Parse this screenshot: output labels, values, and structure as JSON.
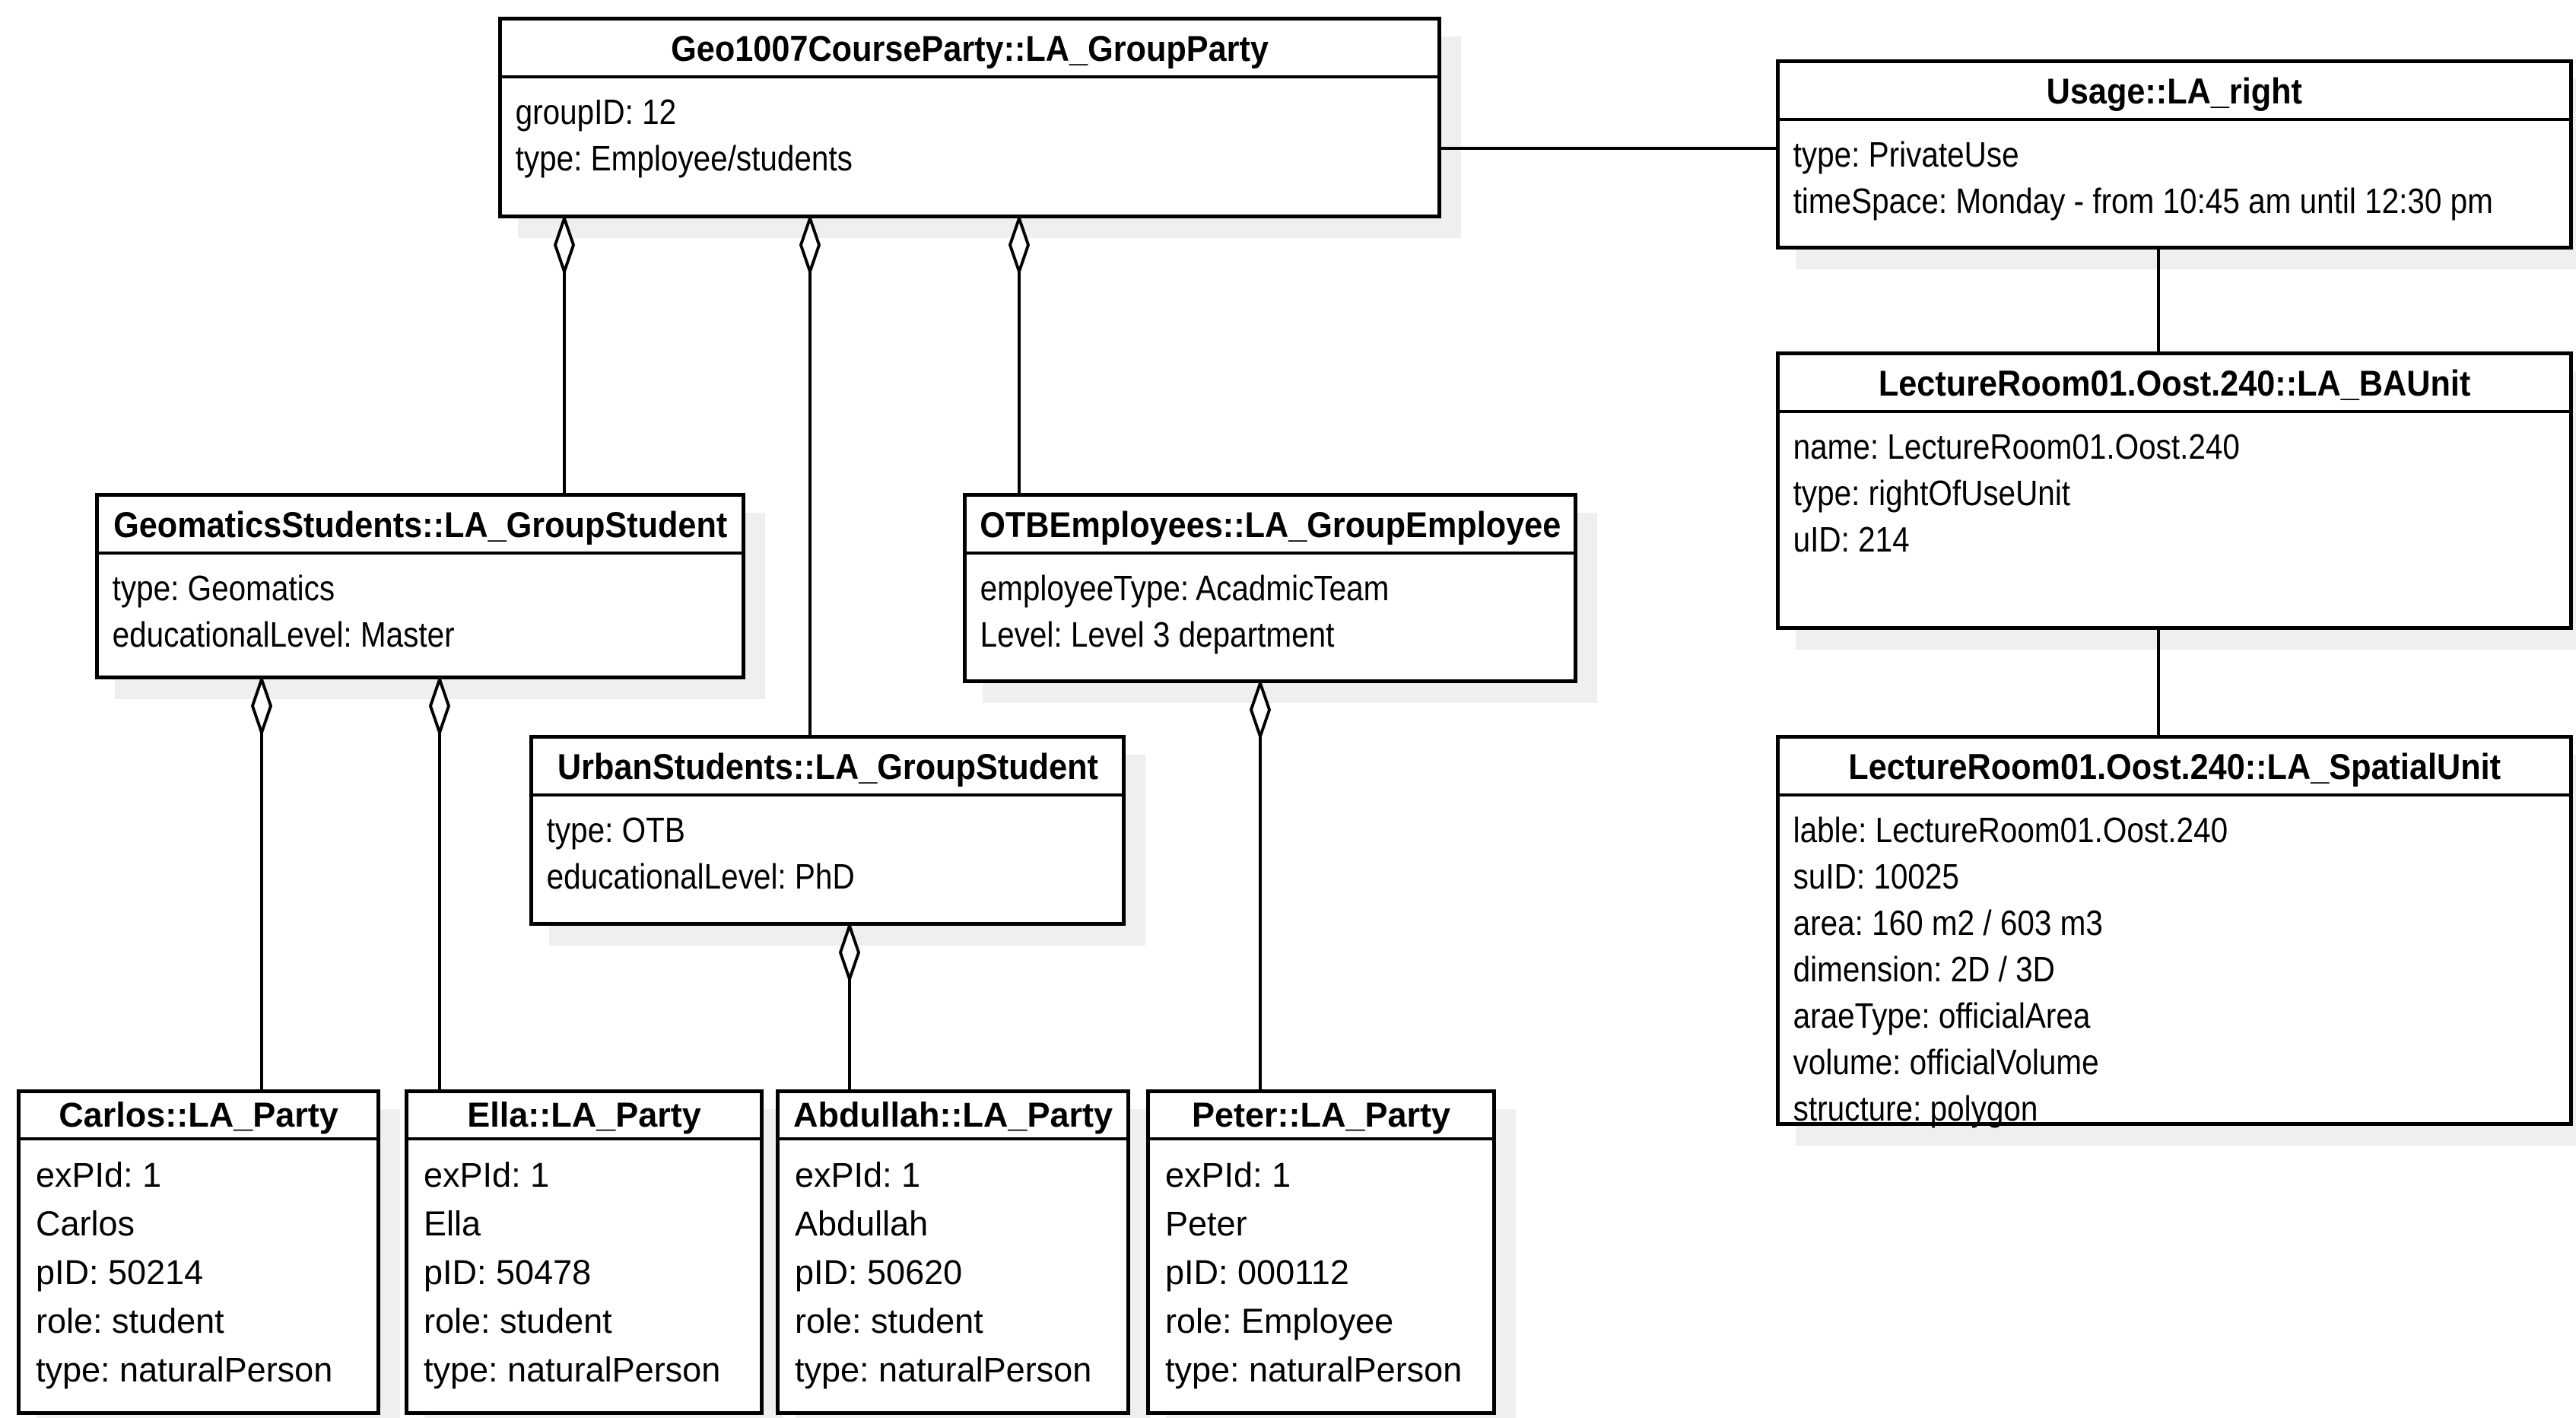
{
  "diagram_type": "UML object diagram (LADM example)",
  "colors": {
    "background": "#ffffff",
    "box_fill": "#ffffff",
    "box_border": "#000000",
    "connector": "#000000",
    "drop_shadow": "#efefef"
  },
  "classes": [
    {
      "title": "Geo1007CourseParty::LA_GroupParty",
      "attributes": [
        "groupID: 12",
        "type: Employee/students"
      ]
    },
    {
      "title": "Usage::LA_right",
      "attributes": [
        "type: PrivateUse",
        "timeSpace: Monday - from 10:45 am until 12:30 pm"
      ]
    },
    {
      "title": "LectureRoom01.Oost.240::LA_BAUnit",
      "attributes": [
        "name: LectureRoom01.Oost.240",
        "type: rightOfUseUnit",
        "uID: 214"
      ]
    },
    {
      "title": "LectureRoom01.Oost.240::LA_SpatialUnit",
      "attributes": [
        "lable: LectureRoom01.Oost.240",
        "suID: 10025",
        "area: 160 m2 / 603 m3",
        "dimension: 2D / 3D",
        "araeType: officialArea",
        "volume: officialVolume",
        "structure: polygon"
      ]
    },
    {
      "title": "GeomaticsStudents::LA_GroupStudent",
      "attributes": [
        "type: Geomatics",
        "educationalLevel: Master"
      ]
    },
    {
      "title": "OTBEmployees::LA_GroupEmployee",
      "attributes": [
        "employeeType: AcadmicTeam",
        "Level: Level 3 department"
      ]
    },
    {
      "title": "UrbanStudents::LA_GroupStudent",
      "attributes": [
        "type: OTB",
        "educationalLevel: PhD"
      ]
    },
    {
      "title": "Carlos::LA_Party",
      "attributes": [
        "exPId: 1",
        "Carlos",
        "pID: 50214",
        "role: student",
        "type: naturalPerson"
      ]
    },
    {
      "title": "Ella::LA_Party",
      "attributes": [
        "exPId: 1",
        "Ella",
        "pID: 50478",
        "role: student",
        "type: naturalPerson"
      ]
    },
    {
      "title": "Abdullah::LA_Party",
      "attributes": [
        "exPId: 1",
        "Abdullah",
        "pID: 50620",
        "role: student",
        "type: naturalPerson"
      ]
    },
    {
      "title": "Peter::LA_Party",
      "attributes": [
        "exPId: 1",
        "Peter",
        "pID: 000112",
        "role: Employee",
        "type: naturalPerson"
      ]
    }
  ],
  "relationships": [
    {
      "type": "aggregation",
      "whole": "Geo1007CourseParty::LA_GroupParty",
      "part": "GeomaticsStudents::LA_GroupStudent",
      "diamond_at": "whole"
    },
    {
      "type": "aggregation",
      "whole": "Geo1007CourseParty::LA_GroupParty",
      "part": "UrbanStudents::LA_GroupStudent",
      "diamond_at": "whole"
    },
    {
      "type": "aggregation",
      "whole": "Geo1007CourseParty::LA_GroupParty",
      "part": "OTBEmployees::LA_GroupEmployee",
      "diamond_at": "whole"
    },
    {
      "type": "aggregation",
      "whole": "GeomaticsStudents::LA_GroupStudent",
      "part": "Carlos::LA_Party",
      "diamond_at": "whole"
    },
    {
      "type": "aggregation",
      "whole": "GeomaticsStudents::LA_GroupStudent",
      "part": "Ella::LA_Party",
      "diamond_at": "whole"
    },
    {
      "type": "aggregation",
      "whole": "UrbanStudents::LA_GroupStudent",
      "part": "Abdullah::LA_Party",
      "diamond_at": "whole"
    },
    {
      "type": "aggregation",
      "whole": "OTBEmployees::LA_GroupEmployee",
      "part": "Peter::LA_Party",
      "diamond_at": "whole"
    },
    {
      "type": "association",
      "from": "Geo1007CourseParty::LA_GroupParty",
      "to": "Usage::LA_right"
    },
    {
      "type": "association",
      "from": "Usage::LA_right",
      "to": "LectureRoom01.Oost.240::LA_BAUnit"
    },
    {
      "type": "association",
      "from": "LectureRoom01.Oost.240::LA_BAUnit",
      "to": "LectureRoom01.Oost.240::LA_SpatialUnit"
    }
  ]
}
